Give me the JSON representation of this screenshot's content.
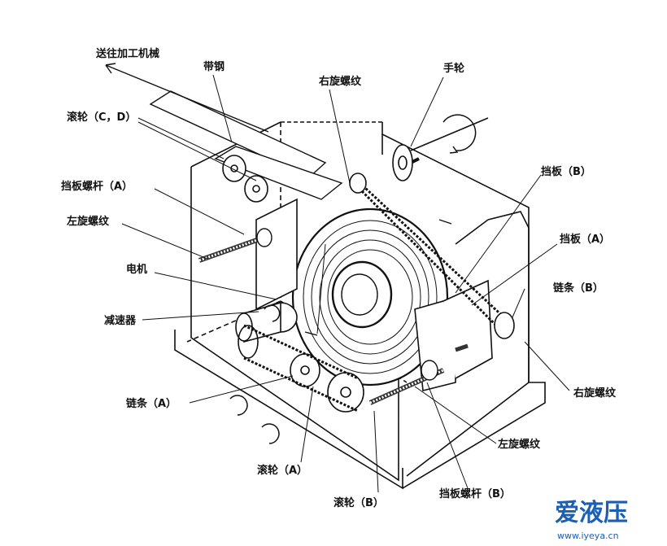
{
  "labels": {
    "send_to_machine": "送往加工机械",
    "steel_strip": "带钢",
    "right_thread_top": "右旋螺纹",
    "handwheel": "手轮",
    "rollers_cd": "滚轮（C，D）",
    "baffle_b": "挡板（B）",
    "baffle_screw_a": "挡板螺杆（A）",
    "baffle_a": "挡板（A）",
    "left_thread_left": "左旋螺纹",
    "motor": "电机",
    "chain_b": "链条（B）",
    "reducer": "减速器",
    "right_thread_right": "右旋螺纹",
    "chain_a": "链条（A）",
    "left_thread_bottom": "左旋螺纹",
    "roller_a": "滚轮（A）",
    "baffle_screw_b": "挡板螺杆（B）",
    "roller_b": "滚轮（B）"
  },
  "watermark": {
    "brand": "爱液压",
    "url": "www.iyeya.cn"
  }
}
